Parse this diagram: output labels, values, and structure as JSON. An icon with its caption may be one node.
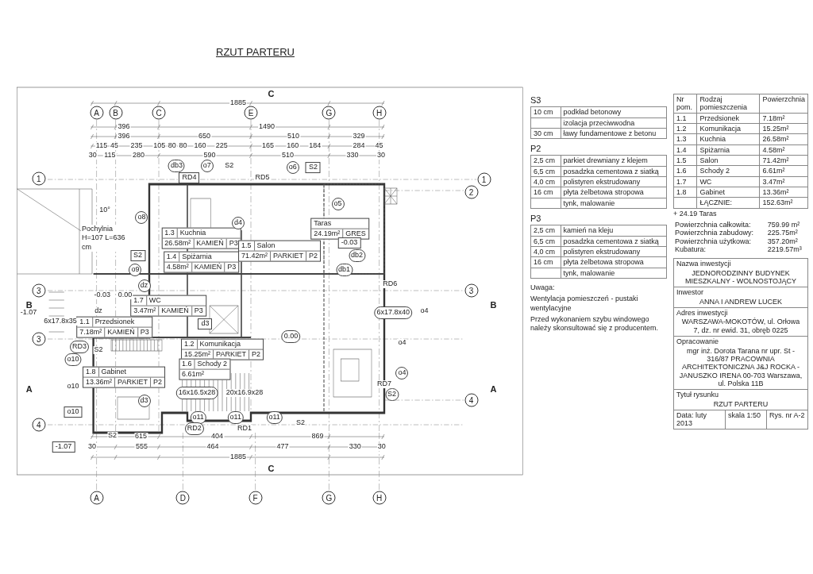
{
  "diagram": {
    "title": "RZUT PARTERU",
    "nodes": [
      {
        "text": [
          "1.1",
          "Przedsionek",
          "7.18m²",
          "KAMIEŃ",
          "P3"
        ]
      },
      {
        "text": [
          "1.2",
          "Komunikacja",
          "15.25m²",
          "PARKIET",
          "P2"
        ]
      },
      {
        "text": [
          "1.3",
          "Kuchnia",
          "26.58m²",
          "KAMIEŃ",
          "P3"
        ]
      },
      {
        "text": [
          "1.4",
          "Spiżarnia",
          "4.58m²",
          "KAMIEŃ",
          "P3"
        ]
      },
      {
        "text": [
          "1.5",
          "Salon",
          "71.42m²",
          "PARKIET",
          "P2"
        ]
      },
      {
        "text": [
          "1.6",
          "Schody 2",
          "6.61m²"
        ]
      },
      {
        "text": [
          "1.7",
          "WC",
          "3.47m²",
          "KAMIEŃ",
          "P3"
        ]
      },
      {
        "text": [
          "1.8",
          "Gabinet",
          "13.36m²",
          "PARKIET",
          "P2"
        ]
      },
      {
        "text": [
          "Taras",
          "24.19m²",
          "GRES"
        ]
      }
    ],
    "labels": [
      "A",
      "B",
      "C",
      "E",
      "G",
      "H",
      "C",
      "1",
      "1",
      "2",
      "3",
      "3",
      "B",
      "B",
      "3",
      "A",
      "A",
      "4",
      "4",
      "C",
      "A",
      "D",
      "F",
      "G",
      "H",
      "1885",
      "396",
      "1490",
      "396",
      "650",
      "510",
      "329",
      "115",
      "45",
      "235",
      "105",
      "80",
      "80",
      "160",
      "225",
      "165",
      "160",
      "184",
      "284",
      "45",
      "30",
      "115",
      "280",
      "590",
      "510",
      "330",
      "30",
      "615",
      "404",
      "869",
      "30",
      "555",
      "464",
      "477",
      "330",
      "30",
      "1885",
      "db3",
      "o7",
      "S2",
      "RD4",
      "o6",
      "S2",
      "RD5",
      "o8",
      "10°",
      "Pochylnia H=107 L=636 cm",
      "d4",
      "o5",
      "S2",
      "db2",
      "o9",
      "db1",
      "RD6",
      "6x17.8x35",
      "-0.03",
      "0.00",
      "-1.07",
      "dz",
      "dz",
      "6x17.8x40",
      "o4",
      "RD3",
      "S2",
      "d3",
      "0.00",
      "o4",
      "o10",
      "d3",
      "o4",
      "16x16.5x28",
      "20x16.9x28",
      "RD7",
      "o10",
      "S2",
      "o10",
      "o11",
      "o11",
      "o11",
      "RD2",
      "RD1",
      "S2",
      "S2",
      "-1.07",
      "-0.03",
      "S3",
      "10 cm",
      "podkład betonowy",
      "izolacja przeciwwodna",
      "30 cm",
      "ławy fundamentowe z betonu",
      "P2",
      "2,5 cm",
      "parkiet drewniany z klejem",
      "6,5 cm",
      "posadzka cementowa z siatką",
      "4,0 cm",
      "polistyren ekstrudowany",
      "16 cm",
      "płyta żelbetowa stropowa",
      "tynk, malowanie",
      "P3",
      "2,5 cm",
      "kamień na kleju",
      "6,5 cm",
      "posadzka cementowa z siatką",
      "4,0 cm",
      "polistyren ekstrudowany",
      "16 cm",
      "płyta żelbetowa stropowa",
      "tynk, malowanie",
      "Uwaga:",
      "Wentylacja pomieszczeń - pustaki wentylacyjne",
      "Przed wykonaniem szybu windowego należy skonsultować się z producentem.",
      "Nr pom.",
      "Rodzaj pomieszczenia",
      "Powierzchnia",
      "1.1",
      "Przedsionek",
      "7.18m²",
      "1.2",
      "Komunikacja",
      "15.25m²",
      "1.3",
      "Kuchnia",
      "26.58m²",
      "1.4",
      "Spiżarnia",
      "4.58m²",
      "1.5",
      "Salon",
      "71.42m²",
      "1.6",
      "Schody 2",
      "6.61m²",
      "1.7",
      "WC",
      "3.47m²",
      "1.8",
      "Gabinet",
      "13.36m²",
      "ŁĄCZNIE:",
      "152.63m²",
      "+ 24.19 Taras",
      "Powierzchnia całkowita:",
      "759.99 m²",
      "Powierzchnia zabudowy:",
      "225.75m²",
      "Powierzchnia użytkowa:",
      "357.20m²",
      "Kubatura:",
      "2219.57m³",
      "Nazwa inwestycji",
      "JEDNORODZINNY BUDYNEK MIESZKALNY - WOLNOSTOJĄCY",
      "Inwestor",
      "ANNA I ANDREW LUCEK",
      "Adres inwestycji",
      "WARSZAWA-MOKOTÓW, ul. Orłowa 7, dz. nr ewid. 31, obręb 0225",
      "Opracowanie",
      "mgr inż. Dorota Tarana nr upr. St - 316/87 PRACOWNIA ARCHITEKTONICZNA J&J ROCKA - JANUSZKO IRENA 00-703 Warszawa, ul. Polska 11B",
      "Tytuł rysunku",
      "RZUT PARTERU",
      "Data: luty 2013",
      "skala 1:50",
      "Rys. nr A-2"
    ]
  }
}
